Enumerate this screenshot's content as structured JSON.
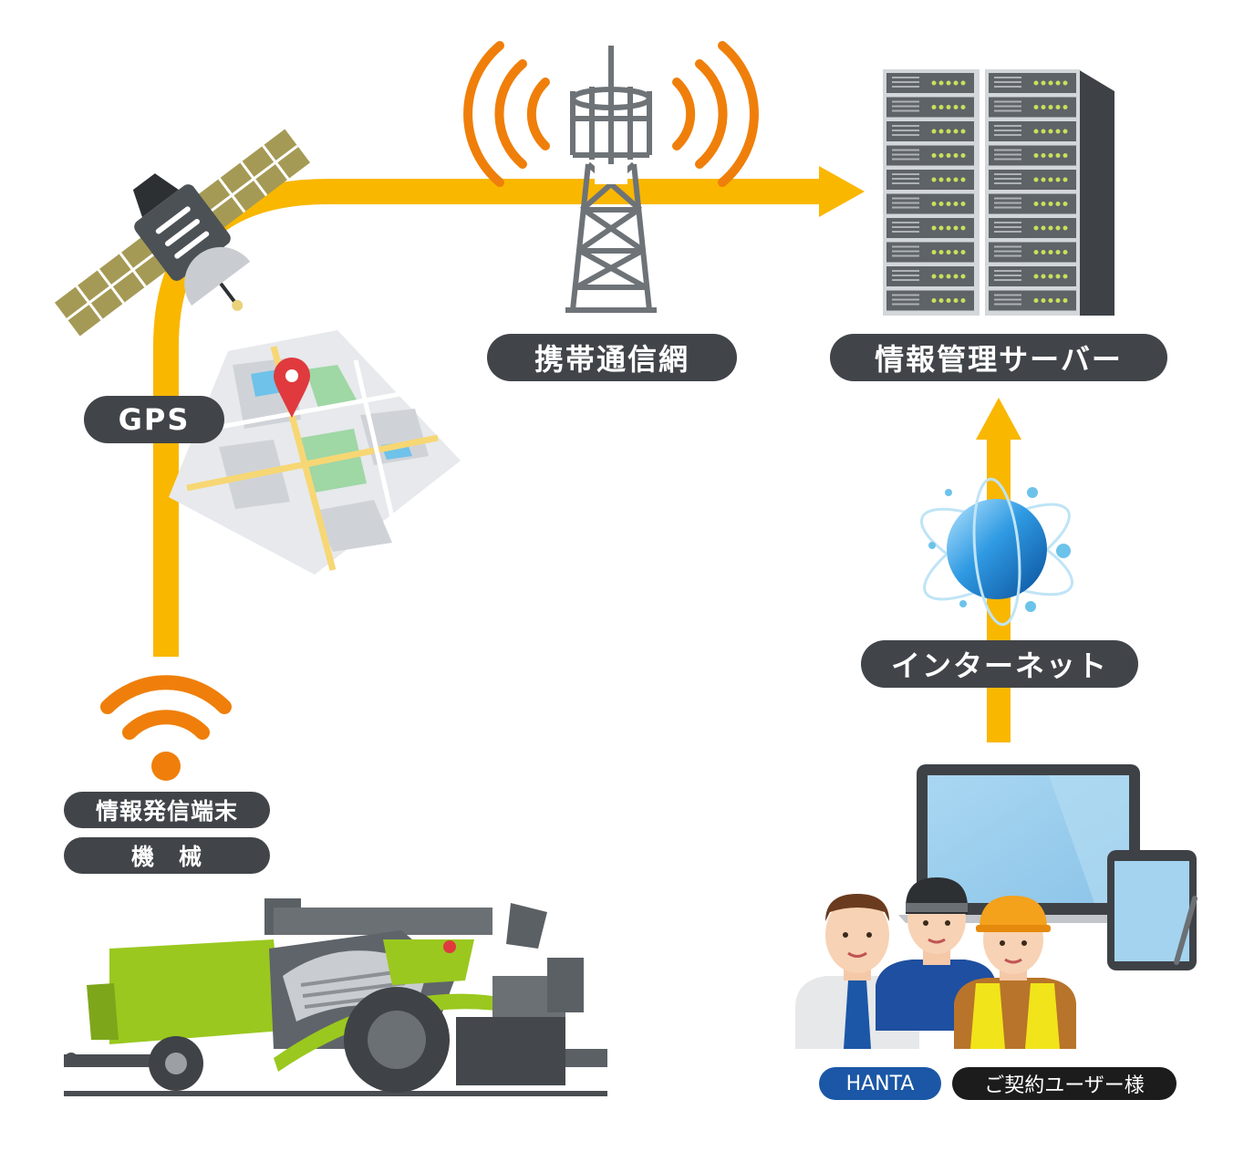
{
  "labels": {
    "gps": "GPS",
    "mobile_network": "携帯通信網",
    "server": "情報管理サーバー",
    "internet": "インターネット",
    "terminal": "情報発信端末",
    "machine": "機　械",
    "hanta": "HANTA",
    "users": "ご契約ユーザー様"
  },
  "colors": {
    "flow_arrow": "#f9b700",
    "signal": "#ef7f0a",
    "pill_dark": "#414549",
    "pill_blue": "#1b57a6",
    "pill_black": "#1c1c1c",
    "machine_green": "#9ac81f"
  },
  "icons": [
    "satellite-icon",
    "map-pin-icon",
    "cell-tower-icon",
    "server-rack-icon",
    "globe-icon",
    "wifi-signal-icon",
    "paver-machine-icon",
    "laptop-icon",
    "tablet-icon",
    "office-worker-icon",
    "technician-icon",
    "construction-worker-icon"
  ]
}
